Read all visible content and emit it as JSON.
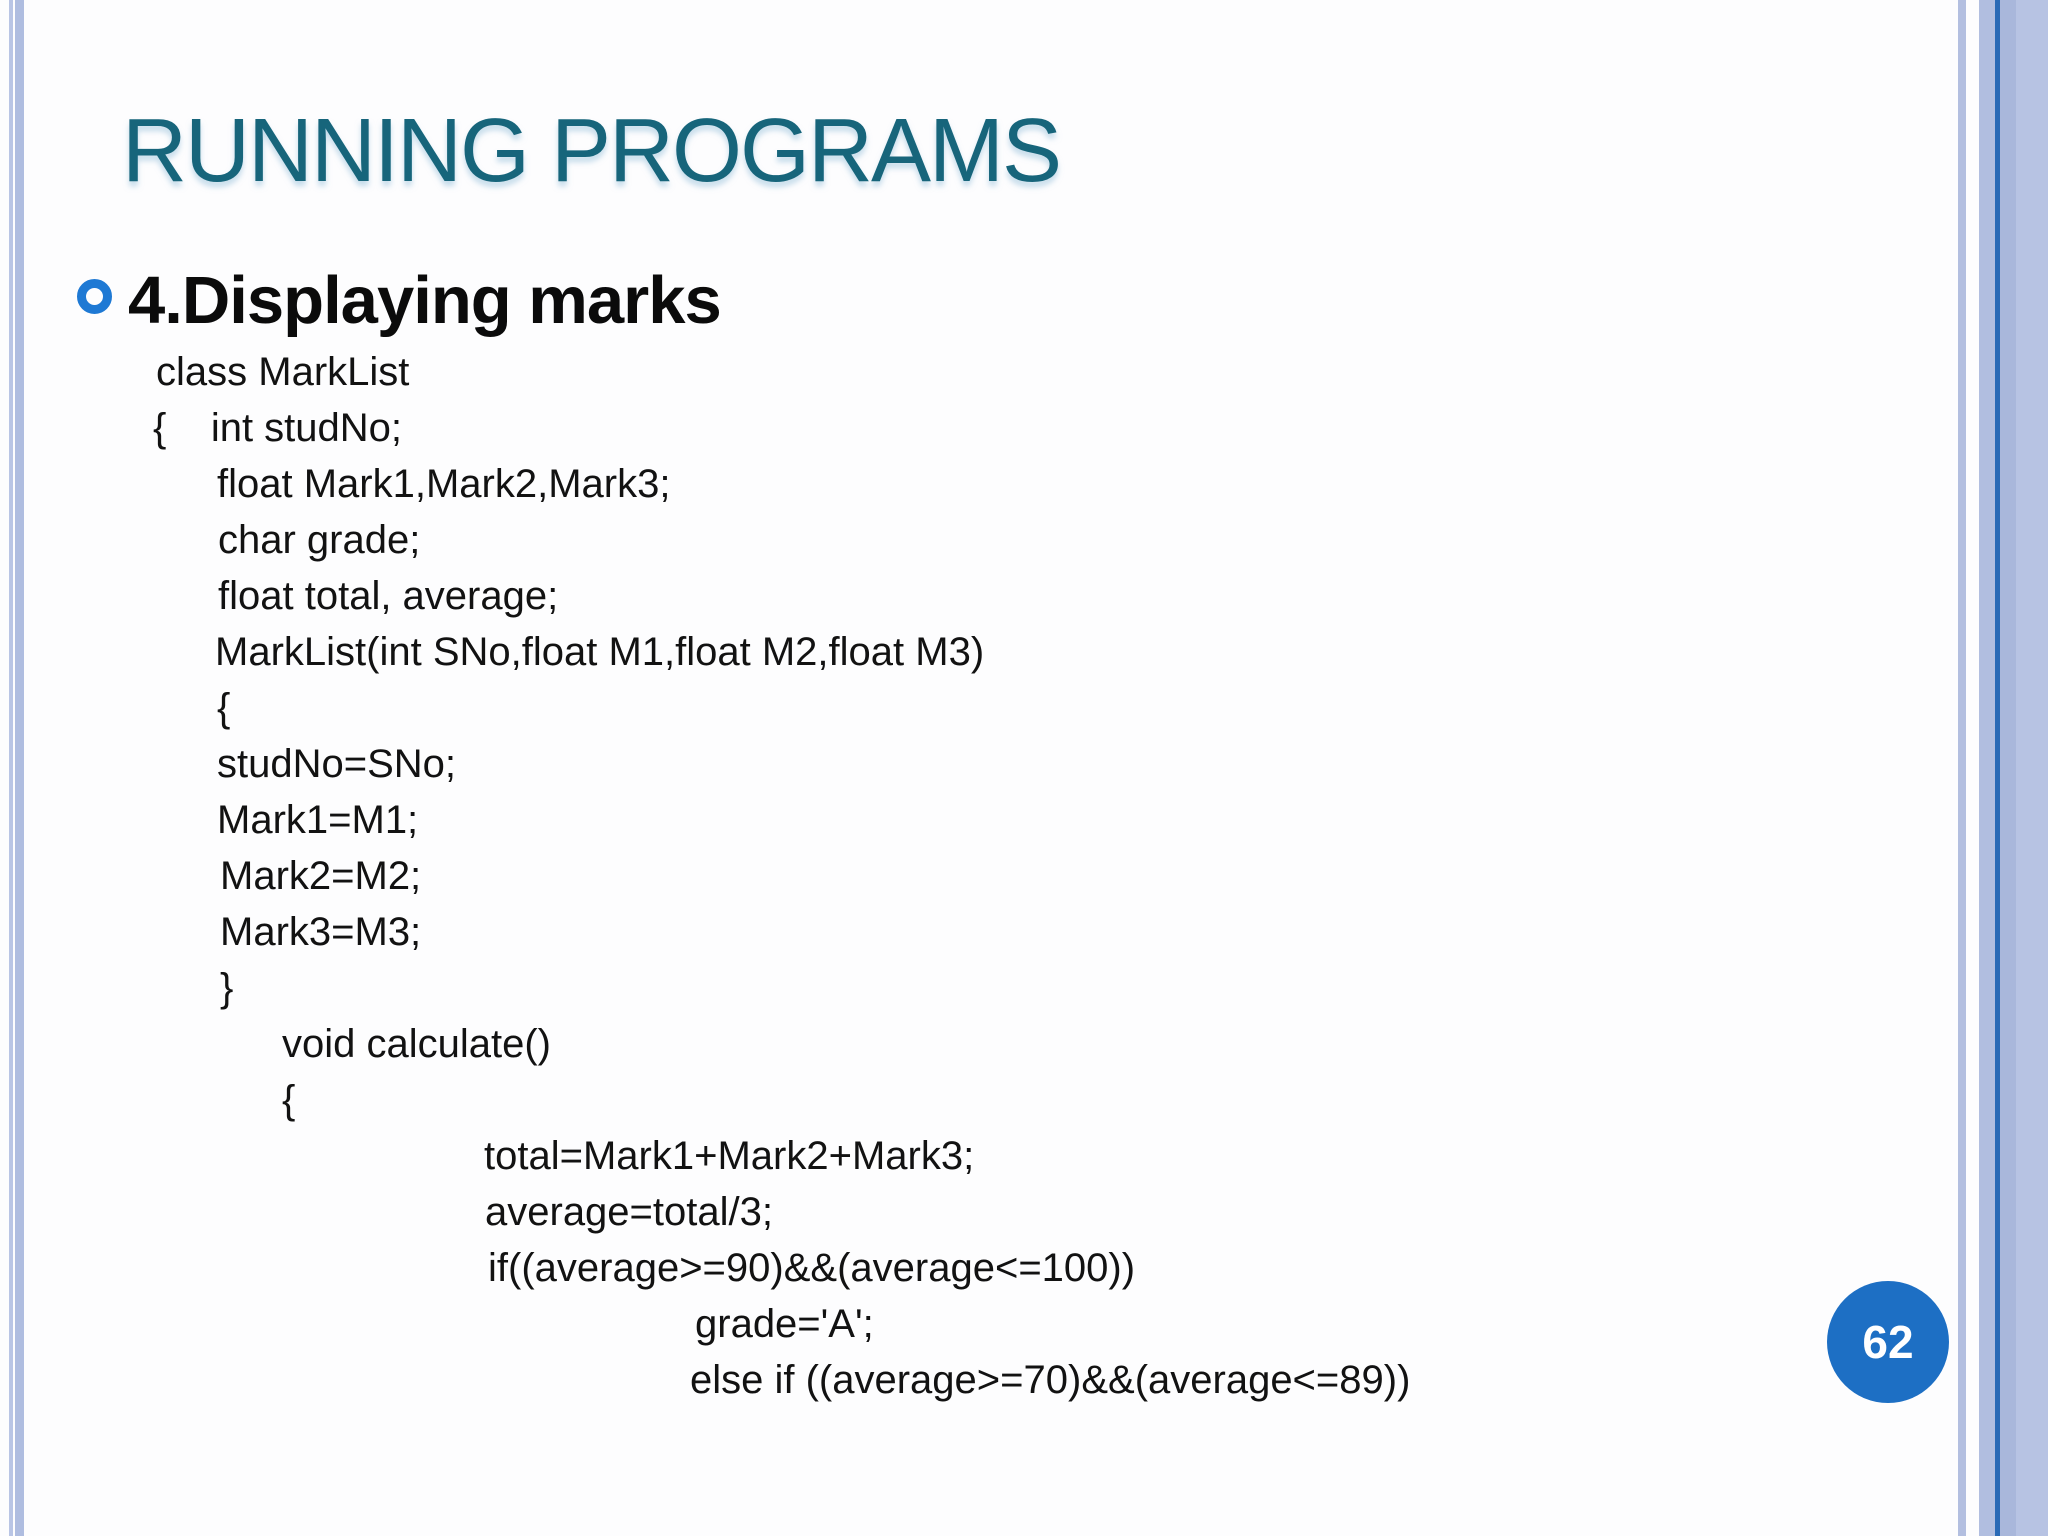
{
  "slide": {
    "title": "RUNNING PROGRAMS",
    "bullet_heading": "4.Displaying marks",
    "page_number": "62",
    "code_lines": [
      {
        "indent": 156,
        "text": "class MarkList"
      },
      {
        "indent": 153,
        "text": "{    int studNo;"
      },
      {
        "indent": 217,
        "text": "float Mark1,Mark2,Mark3;"
      },
      {
        "indent": 218,
        "text": "char grade;"
      },
      {
        "indent": 218,
        "text": "float total, average;"
      },
      {
        "indent": 215,
        "text": "MarkList(int SNo,float M1,float M2,float M3)"
      },
      {
        "indent": 217,
        "text": "{"
      },
      {
        "indent": 217,
        "text": "studNo=SNo;"
      },
      {
        "indent": 217,
        "text": "Mark1=M1;"
      },
      {
        "indent": 220,
        "text": "Mark2=M2;"
      },
      {
        "indent": 220,
        "text": "Mark3=M3;"
      },
      {
        "indent": 220,
        "text": "}"
      },
      {
        "indent": 282,
        "text": "void calculate()"
      },
      {
        "indent": 282,
        "text": "{"
      },
      {
        "indent": 484,
        "text": "total=Mark1+Mark2+Mark3;"
      },
      {
        "indent": 485,
        "text": "average=total/3;"
      },
      {
        "indent": 488,
        "text": "if((average>=90)&&(average<=100))"
      },
      {
        "indent": 695,
        "text": "grade='A';"
      },
      {
        "indent": 690,
        "text": "else if ((average>=70)&&(average<=89))"
      }
    ],
    "colors": {
      "title_teal": "#17657b",
      "bullet_ring_blue": "#1e79d4",
      "page_badge_blue": "#1d6fc4",
      "border_stripe_periwinkle": "#b1bee0",
      "border_stripe_dark_line": "#2a6ab6"
    }
  }
}
